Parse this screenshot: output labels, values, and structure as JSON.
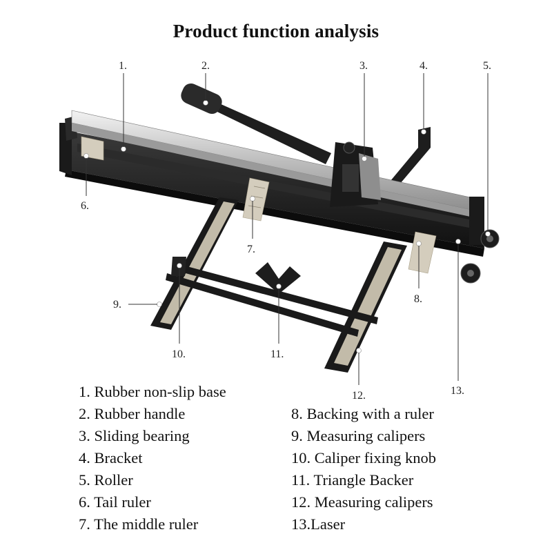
{
  "title": "Product function analysis",
  "callouts": [
    "1.",
    "2.",
    "3.",
    "4.",
    "5.",
    "6.",
    "7.",
    "8.",
    "9.",
    "10.",
    "11.",
    "12.",
    "13."
  ],
  "legend_left": [
    "1. Rubber non-slip base",
    "2. Rubber handle",
    "3. Sliding bearing",
    "4. Bracket",
    "5. Roller",
    "6. Tail ruler",
    "7. The middle ruler"
  ],
  "legend_right": [
    "8. Backing with a ruler",
    "9. Measuring calipers",
    "10. Caliper fixing knob",
    "11. Triangle Backer",
    "12. Measuring calipers",
    "13.Laser"
  ],
  "colors": {
    "frame": "#1c1c1c",
    "rail": "#c9c9c9",
    "ruler": "#d4cdbd",
    "leader": "#333333",
    "marker": "#ffffff"
  }
}
